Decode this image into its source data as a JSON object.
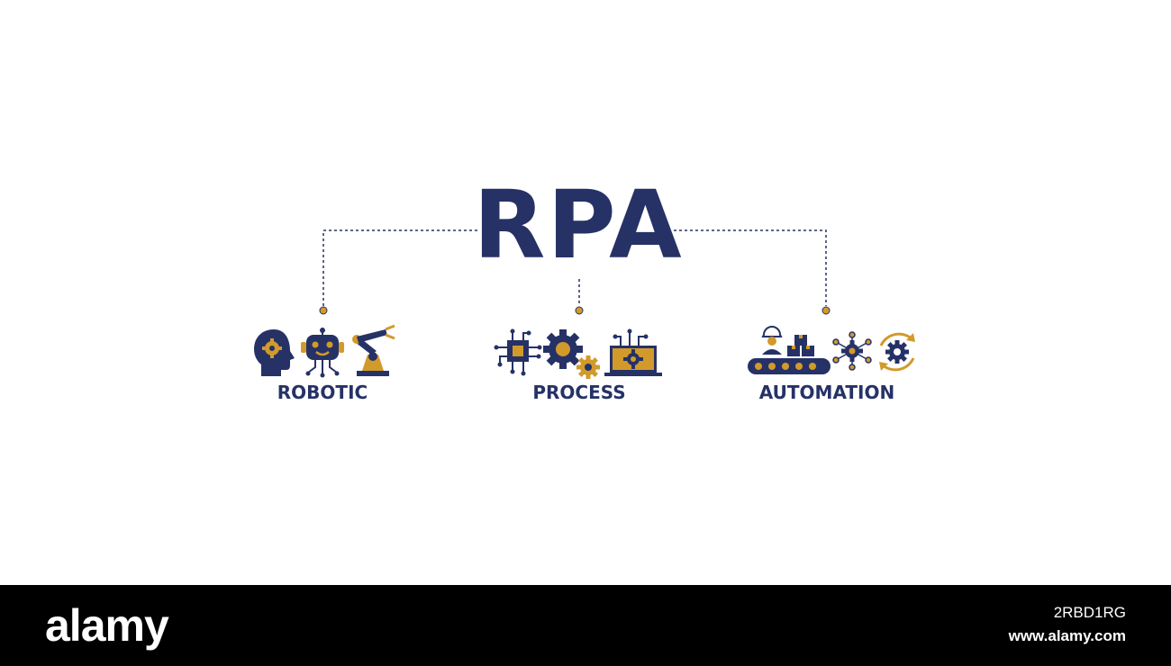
{
  "colors": {
    "navy": "#263266",
    "gold": "#d29a2b",
    "background": "#ffffff",
    "footer_bg": "#000000"
  },
  "diagram": {
    "title": "RPA",
    "nodes": [
      {
        "label": "ROBOTIC",
        "icons": [
          "head-gear-icon",
          "robot-icon",
          "robotic-arm-icon"
        ]
      },
      {
        "label": "PROCESS",
        "icons": [
          "chip-circuit-icon",
          "gears-icon",
          "laptop-gear-icon"
        ]
      },
      {
        "label": "AUTOMATION",
        "icons": [
          "worker-icon",
          "conveyor-belt-icon",
          "gear-network-icon",
          "gear-cycle-icon"
        ]
      }
    ]
  },
  "footer": {
    "logo": "alamy",
    "image_id": "2RBD1RG",
    "site": "www.alamy.com"
  }
}
